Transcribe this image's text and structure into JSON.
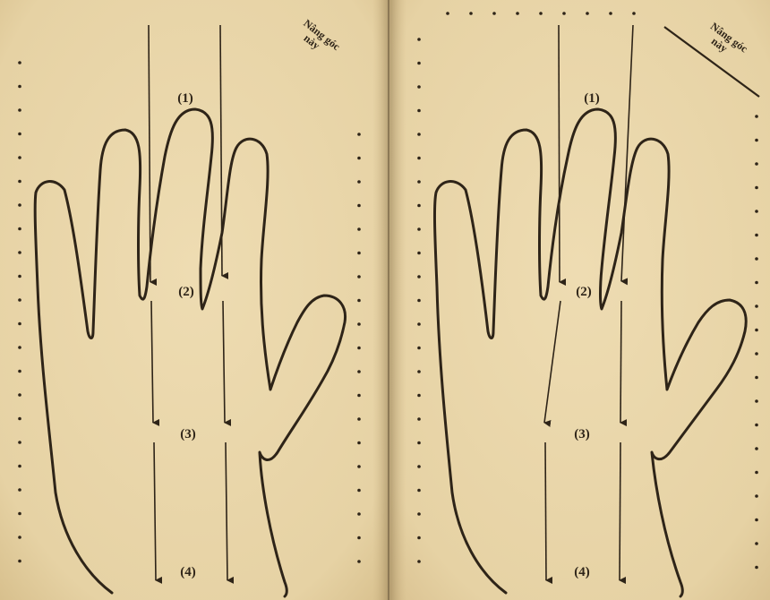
{
  "pages": [
    {
      "corner_note": [
        "Nâng góc",
        "này"
      ],
      "markers": [
        "(1)",
        "(2)",
        "(3)",
        "(4)"
      ]
    },
    {
      "corner_note": [
        "Nâng góc",
        "này"
      ],
      "markers": [
        "(1)",
        "(2)",
        "(3)",
        "(4)"
      ]
    }
  ],
  "colors": {
    "paper": "#ead8ae",
    "ink": "#2e2418",
    "gutter": "#8a7654"
  }
}
